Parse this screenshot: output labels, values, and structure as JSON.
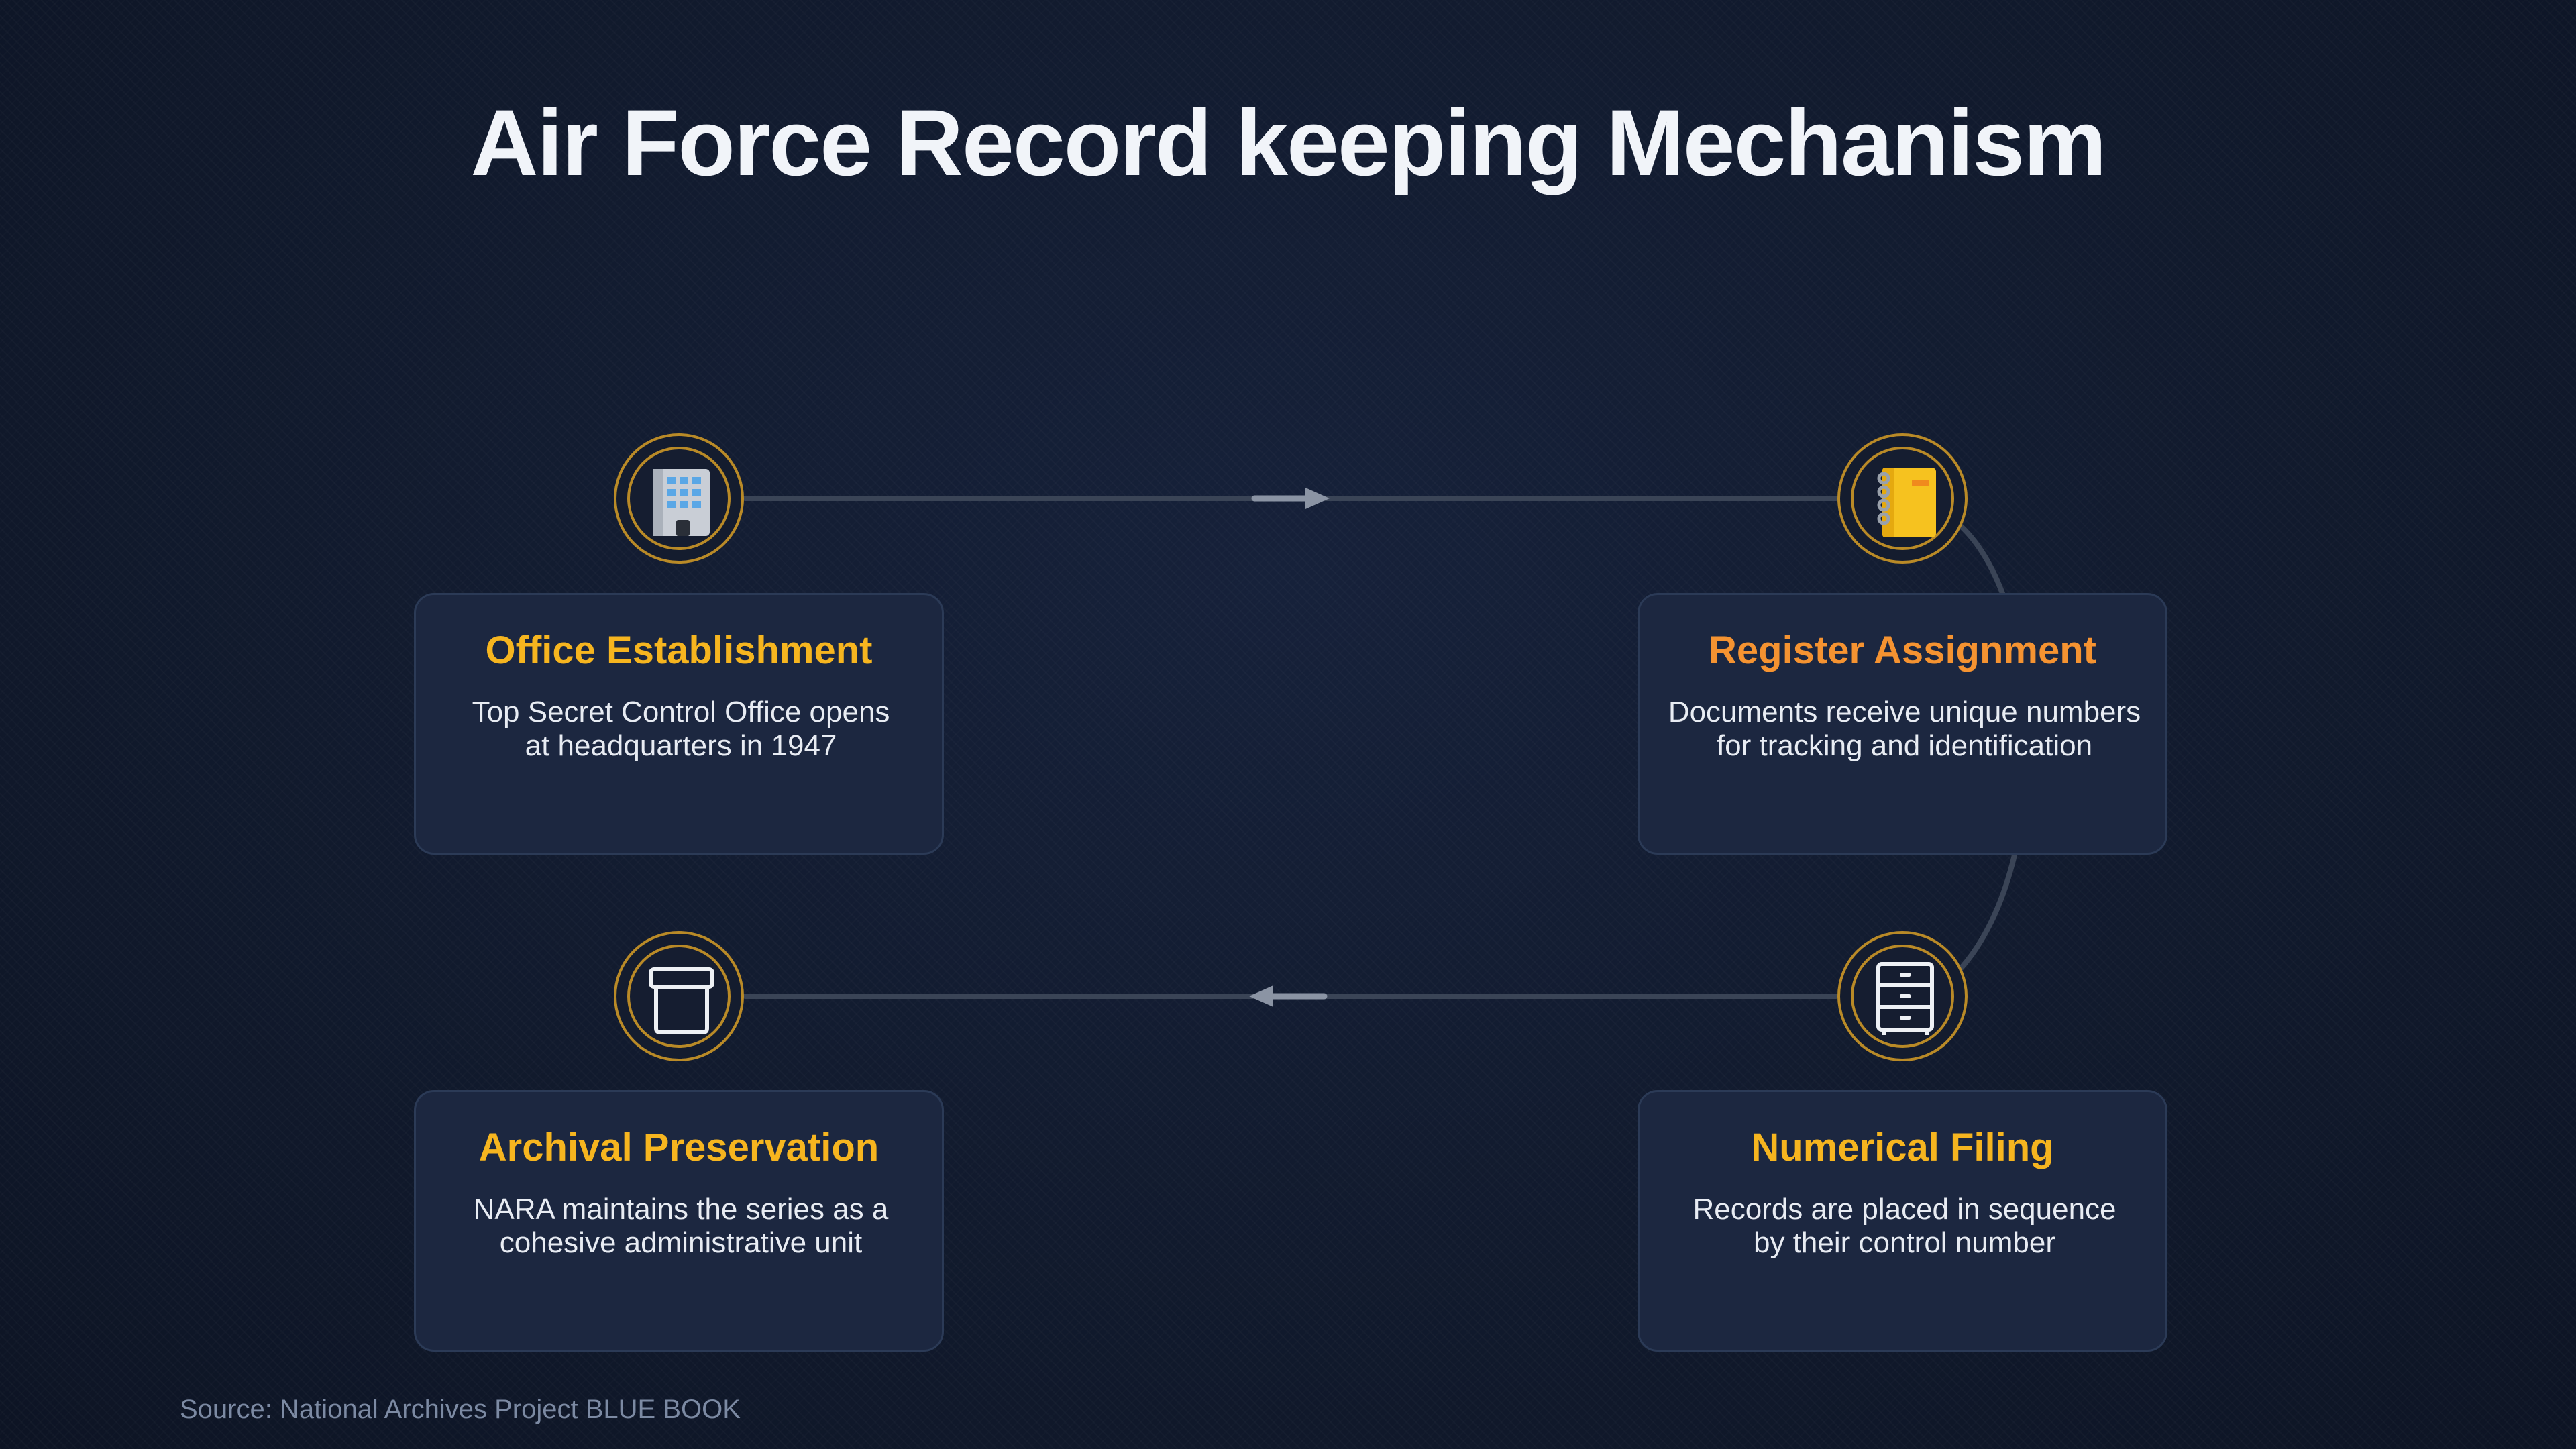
{
  "title": "Air Force Record keeping Mechanism",
  "colors": {
    "accent_gold": "#f6b51f",
    "accent_orange": "#f59331",
    "ring": "#b98a27",
    "connector": "#3a4456",
    "arrow": "#8b94a4",
    "card_bg": "#1c2740"
  },
  "steps": [
    {
      "title": "Office Establishment",
      "text_line1": "Top Secret Control Office opens",
      "text_line2": "at headquarters in 1947",
      "icon": "office-building-icon",
      "title_color": "#f6b51f"
    },
    {
      "title": "Register Assignment",
      "text_line1": "Documents receive unique numbers",
      "text_line2": "for tracking and identification",
      "icon": "notebook-icon",
      "title_color": "#f59331"
    },
    {
      "title": "Numerical Filing",
      "text_line1": "Records are placed in sequence",
      "text_line2": "by their control number",
      "icon": "file-cabinet-icon",
      "title_color": "#f6b51f"
    },
    {
      "title": "Archival Preservation",
      "text_line1": "NARA maintains the series as a",
      "text_line2": "cohesive administrative unit",
      "icon": "archive-box-icon",
      "title_color": "#f6b51f"
    }
  ],
  "source": "Source: National Archives Project BLUE BOOK"
}
